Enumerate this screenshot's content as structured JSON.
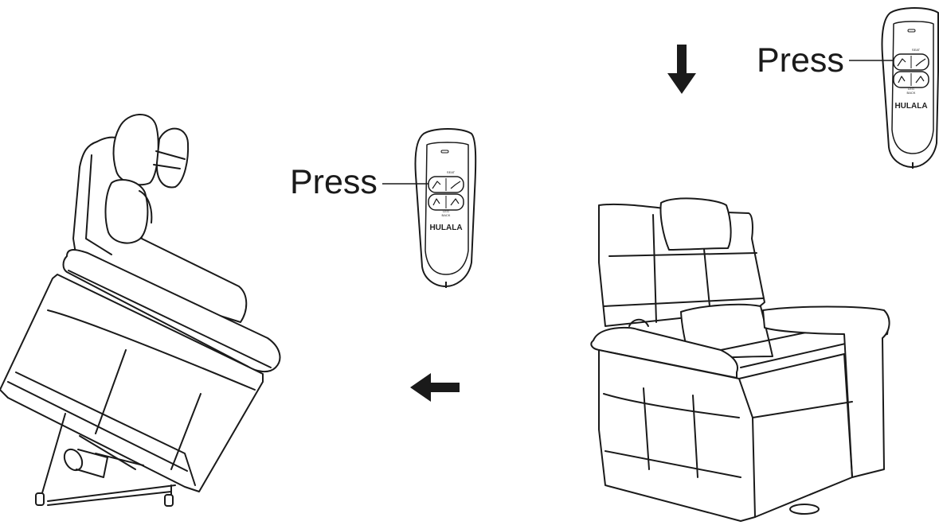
{
  "callouts": {
    "left_label": "Press",
    "right_label": "Press"
  },
  "remote": {
    "brand": "HULALA",
    "group_seat": "SEAT",
    "group_leg": "LEG",
    "group_back": "BACK"
  },
  "arrows": {
    "down": "down-arrow",
    "left": "left-arrow"
  },
  "colors": {
    "line": "#1a1a1a",
    "arrow_fill": "#1a1a1a",
    "background": "#ffffff"
  }
}
